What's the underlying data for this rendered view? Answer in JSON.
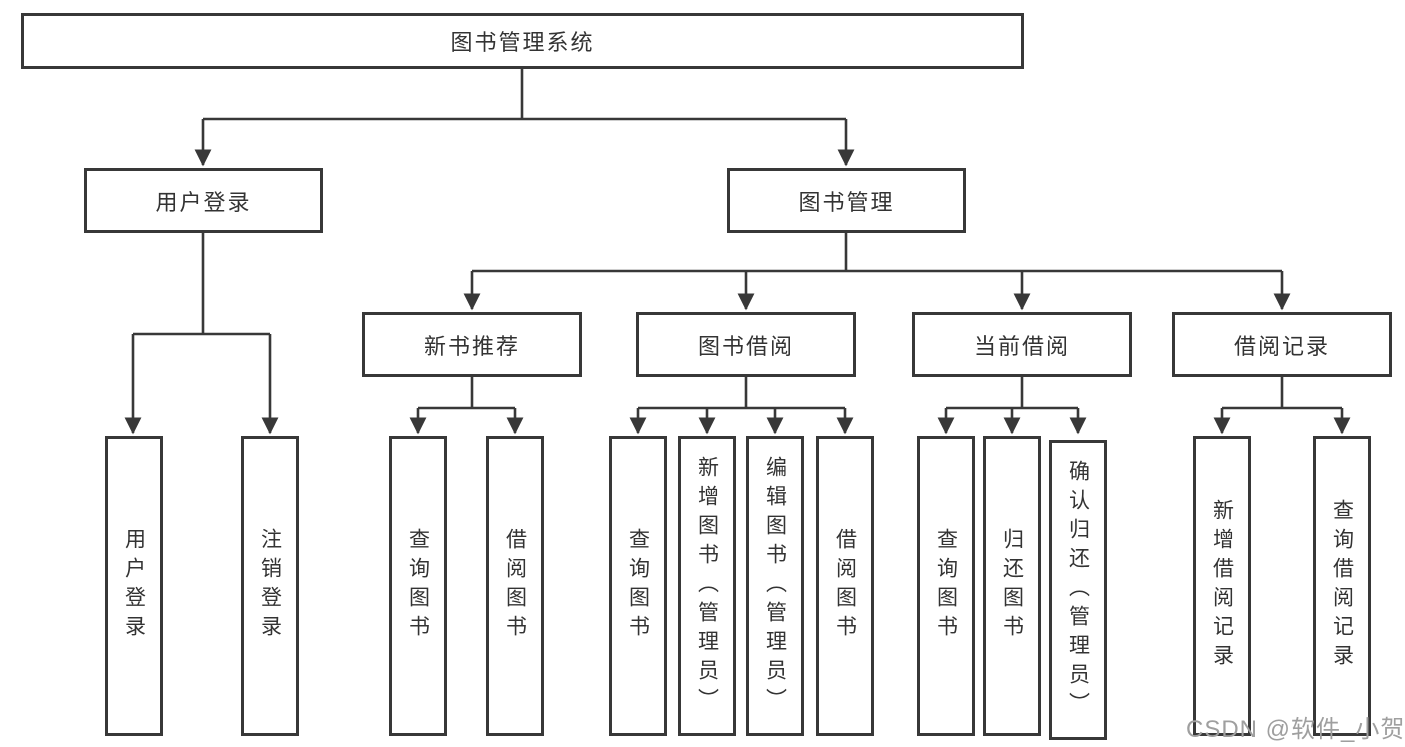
{
  "diagram": {
    "root_label": "图书管理系统",
    "branches": [
      {
        "label": "用户登录",
        "children": [
          {
            "label": "用户登录"
          },
          {
            "label": "注销登录"
          }
        ]
      },
      {
        "label": "图书管理",
        "children": [
          {
            "label": "新书推荐",
            "children": [
              {
                "label": "查询图书"
              },
              {
                "label": "借阅图书"
              }
            ]
          },
          {
            "label": "图书借阅",
            "children": [
              {
                "label": "查询图书"
              },
              {
                "label": "新增图书（管理员）"
              },
              {
                "label": "编辑图书（管理员）"
              },
              {
                "label": "借阅图书"
              }
            ]
          },
          {
            "label": "当前借阅",
            "children": [
              {
                "label": "查询图书"
              },
              {
                "label": "归还图书"
              },
              {
                "label": "确认归还（管理员）"
              }
            ]
          },
          {
            "label": "借阅记录",
            "children": [
              {
                "label": "新增借阅记录"
              },
              {
                "label": "查询借阅记录"
              }
            ]
          }
        ]
      }
    ]
  },
  "watermark": "CSDN @软件_小贺同学",
  "colors": {
    "line": "#383838",
    "box_border": "#383838",
    "box_fill": "#ffffff",
    "text": "#333333",
    "watermark": "#9f9f9f",
    "background": "#ffffff"
  }
}
